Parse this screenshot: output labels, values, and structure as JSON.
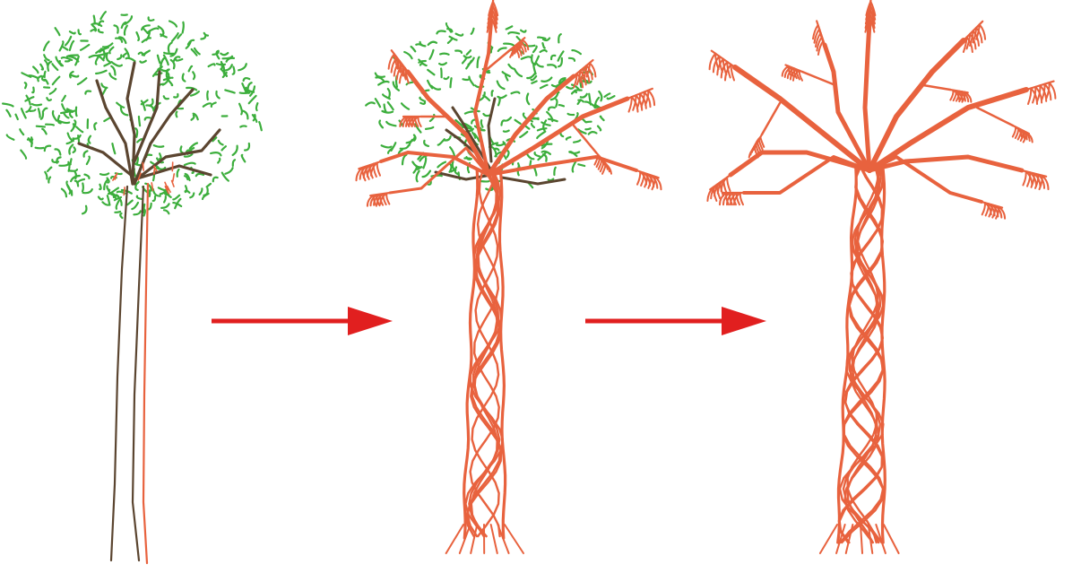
{
  "colors": {
    "background": "#ffffff",
    "host_trunk": "#5b4530",
    "host_foliage": "#3cae3c",
    "fig": "#e8623e",
    "arrow": "#e11f1f"
  },
  "stages": [
    {
      "id": "stage-1",
      "description_icon": "tree-with-young-fig-icon",
      "host_foliage_level": 1.0,
      "fig_coverage": 0.15
    },
    {
      "id": "stage-2",
      "description_icon": "tree-partially-strangled-icon",
      "host_foliage_level": 0.55,
      "fig_coverage": 0.6
    },
    {
      "id": "stage-3",
      "description_icon": "strangler-fig-tree-icon",
      "host_foliage_level": 0.0,
      "fig_coverage": 1.0
    }
  ],
  "arrows": [
    {
      "id": "arrow-1",
      "icon": "right-arrow-icon"
    },
    {
      "id": "arrow-2",
      "icon": "right-arrow-icon"
    }
  ]
}
